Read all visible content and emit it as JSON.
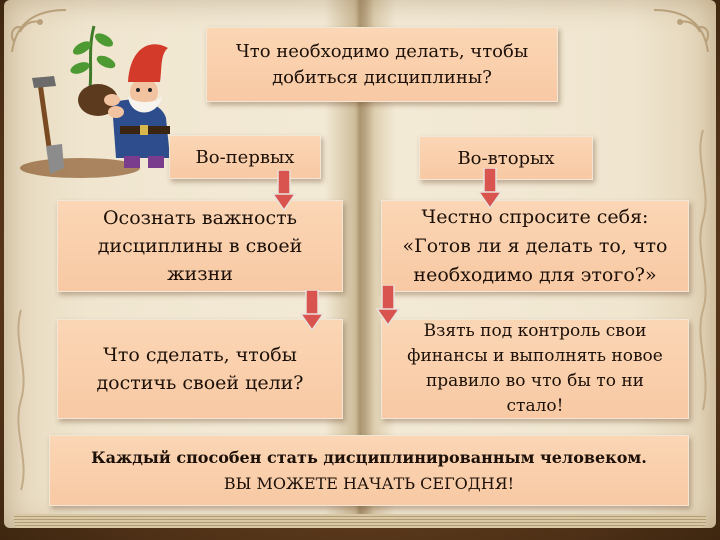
{
  "question": {
    "line1": "Что необходимо делать, чтобы",
    "line2": "добиться дисциплины?"
  },
  "columns": {
    "first_label": "Во-первых",
    "second_label": "Во-вторых"
  },
  "left": {
    "step1": [
      "Осознать важность",
      "дисциплины в своей",
      "жизни"
    ],
    "step2": [
      "Что сделать, чтобы",
      "достичь своей цели?"
    ]
  },
  "right": {
    "step1": [
      "Честно спросите себя:",
      "«Готов ли я делать то, что",
      "необходимо для этого?»"
    ],
    "step2": [
      "Взять под контроль свои",
      "финансы и выполнять новое",
      "правило во что бы то ни",
      "стало!"
    ]
  },
  "conclusion": {
    "line1": "Каждый способен стать дисциплинированным человеком.",
    "line2": "ВЫ МОЖЕТЕ НАЧАТЬ СЕГОДНЯ!"
  },
  "colors": {
    "box_fill": "#f8c9a4",
    "arrow": "#d9534f",
    "page": "#f3ead6",
    "cover": "#5e3b1d"
  },
  "icons": [
    "gnome-gardener-illustration",
    "down-arrow-icon",
    "floral-ornament"
  ]
}
